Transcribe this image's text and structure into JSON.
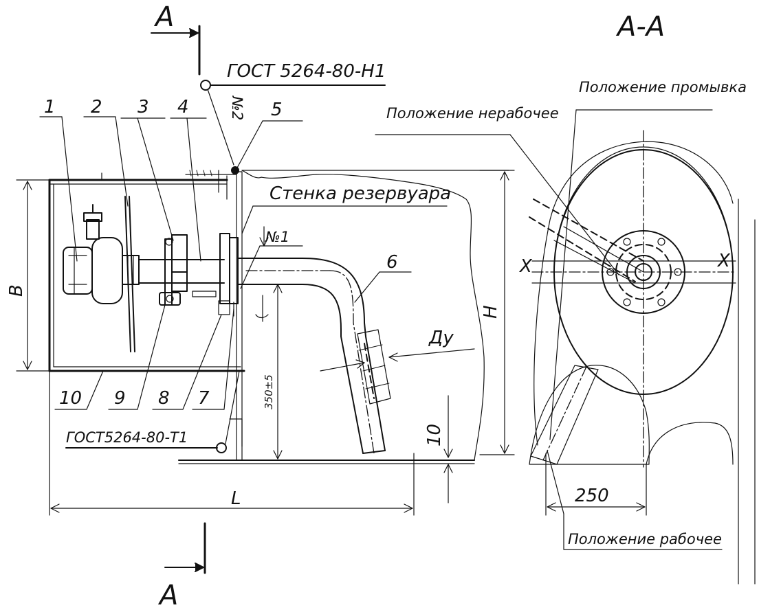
{
  "section_mark": "A",
  "section_title": "А-А",
  "gost_top": "ГОСТ 5264-80-Н1",
  "gost_bottom": "ГОСТ5264-80-Т1",
  "weld_2": "№2",
  "weld_1": "№1",
  "callouts": [
    "1",
    "2",
    "3",
    "4",
    "5",
    "6",
    "7",
    "8",
    "9",
    "10"
  ],
  "wall_label": "Стенка резервуара",
  "dim_B": "В",
  "dim_H": "Н",
  "dim_L": "L",
  "dim_Dy": "Ду",
  "dim_10": "10",
  "dim_350": "350±5",
  "dim_250": "250",
  "pos_flush": "Положение промывка",
  "pos_idle": "Положение нерабочее",
  "pos_work": "Положение рабочее",
  "axis_x": "X"
}
